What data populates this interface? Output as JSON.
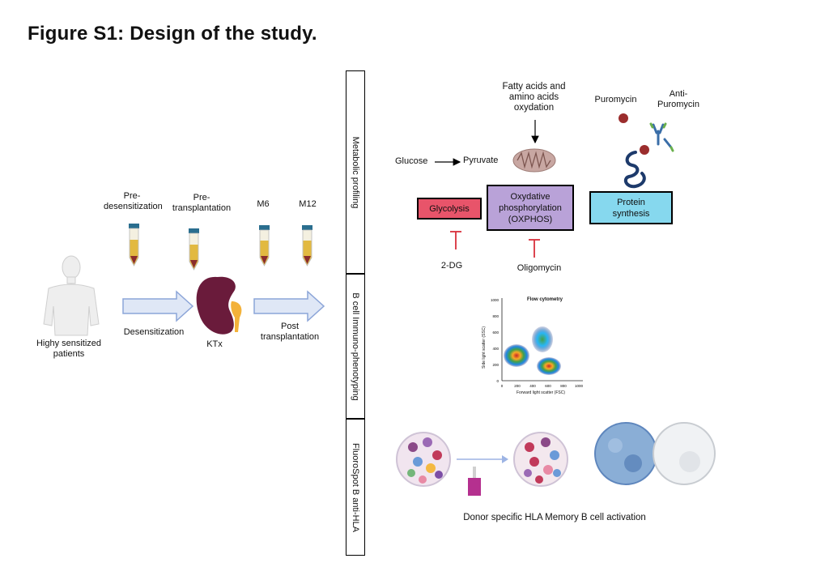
{
  "title": "Figure S1: Design of the study.",
  "timeline": {
    "patient_label": "Highy sensitized patients",
    "timepoints": [
      "Pre-desensitization",
      "Pre-transplantation",
      "M6",
      "M12"
    ],
    "arrow1_label": "Desensitization",
    "arrow2_label": "Post transplantation",
    "kidney_label": "KTx"
  },
  "panels": {
    "metabolic": {
      "label": "Metabolic profiling",
      "fatty_acids": "Fatty acids and amino acids oxydation",
      "glucose": "Glucose",
      "pyruvate": "Pyruvate",
      "glycolysis": "Glycolysis",
      "oxphos": "Oxydative phosphorylation (OXPHOS)",
      "protein_synthesis": "Protein synthesis",
      "puromycin": "Puromycin",
      "anti_puromycin": "Anti-Puromycin",
      "inhibitor_glycolysis": "2-DG",
      "inhibitor_oxphos": "Oligomycin",
      "colors": {
        "glycolysis": "#e8546a",
        "oxphos": "#b9a2d8",
        "protein": "#86d8ee"
      }
    },
    "immunophenotyping": {
      "label": "B cell Immuno-phenotyping",
      "plot_title": "Flow cytometry",
      "xlabel": "Forward light scatter (FSC)",
      "ylabel": "Side light scatter (SSC)",
      "xticks": [
        "0",
        "200",
        "400",
        "600",
        "800",
        "1000"
      ],
      "yticks": [
        "0",
        "200",
        "400",
        "600",
        "800",
        "1000"
      ]
    },
    "fluorospot": {
      "label": "FluoroSpot B anti-HLA",
      "caption": "Donor specific HLA Memory B cell activation"
    }
  }
}
